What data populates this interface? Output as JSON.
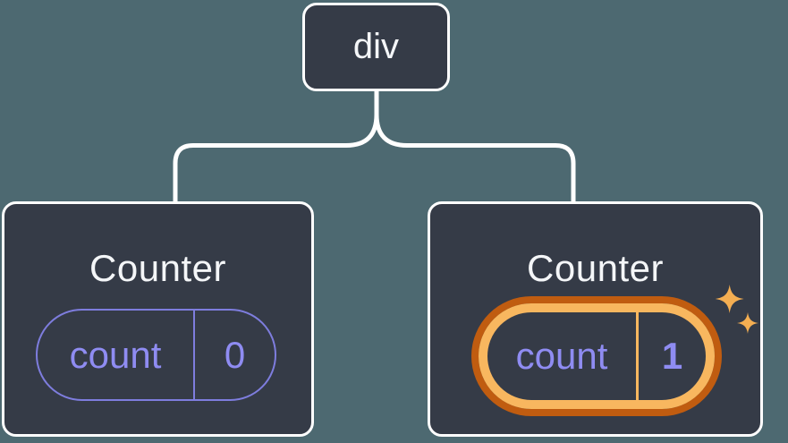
{
  "diagram": {
    "root": {
      "label": "div"
    },
    "children": [
      {
        "title": "Counter",
        "highlighted": false,
        "state": {
          "key": "count",
          "value": "0"
        }
      },
      {
        "title": "Counter",
        "highlighted": true,
        "state": {
          "key": "count",
          "value": "1"
        }
      }
    ]
  },
  "icons": {
    "sparkle": "sparkle-icon"
  },
  "colors": {
    "bg": "#4d6971",
    "card": "#353b47",
    "line": "#ffffff",
    "text_light": "#f4f6f8",
    "purple_line": "#7e7dde",
    "purple_text": "#8f8cf2",
    "orange_light": "#f8b75f",
    "orange_dark": "#c05c10",
    "sparkle": "#f4ae52"
  }
}
